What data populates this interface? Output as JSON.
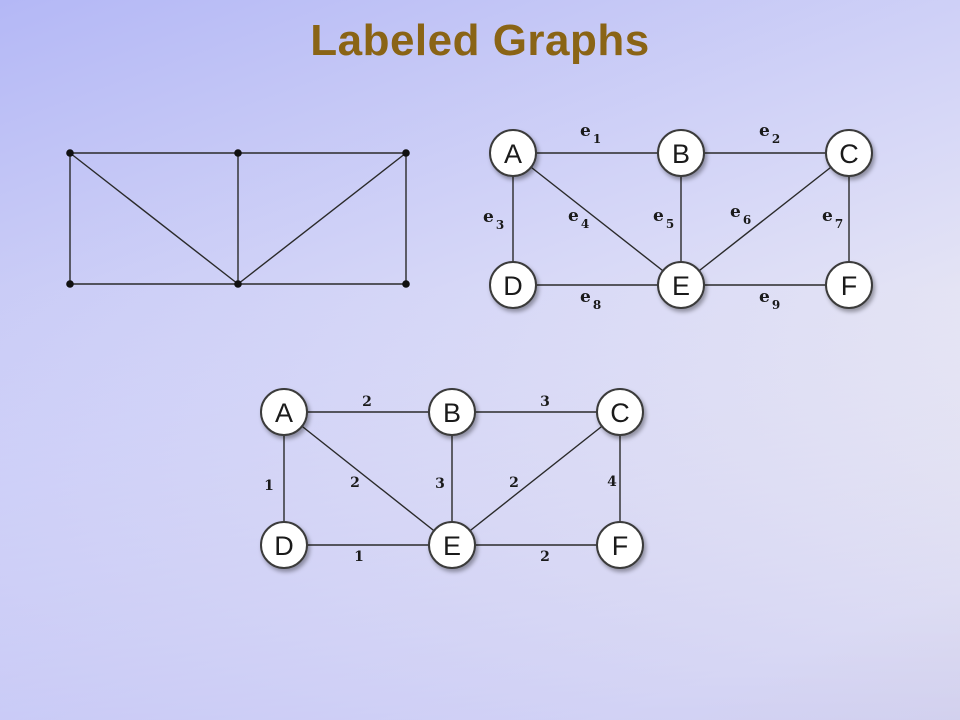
{
  "slide": {
    "title": "Labeled Graphs"
  },
  "colors": {
    "title": "#8a6415",
    "edge": "#2a2a2a",
    "node_fill": "#ffffff",
    "node_stroke": "#3a3a3a"
  },
  "unlabeled_graph": {
    "vertices": [
      "tl",
      "tm",
      "tr",
      "bl",
      "bm",
      "br"
    ],
    "edges": [
      [
        "tl",
        "tm"
      ],
      [
        "tm",
        "tr"
      ],
      [
        "bl",
        "bm"
      ],
      [
        "bm",
        "br"
      ],
      [
        "tl",
        "bl"
      ],
      [
        "tm",
        "bm"
      ],
      [
        "tr",
        "br"
      ],
      [
        "tl",
        "bm"
      ],
      [
        "tr",
        "bm"
      ]
    ]
  },
  "edge_labeled_graph": {
    "nodes": [
      "A",
      "B",
      "C",
      "D",
      "E",
      "F"
    ],
    "edges": [
      {
        "from": "A",
        "to": "B",
        "label": "e",
        "sub": "1"
      },
      {
        "from": "B",
        "to": "C",
        "label": "e",
        "sub": "2"
      },
      {
        "from": "A",
        "to": "D",
        "label": "e",
        "sub": "3"
      },
      {
        "from": "A",
        "to": "E",
        "label": "e",
        "sub": "4"
      },
      {
        "from": "B",
        "to": "E",
        "label": "e",
        "sub": "5"
      },
      {
        "from": "E",
        "to": "C",
        "label": "e",
        "sub": "6"
      },
      {
        "from": "C",
        "to": "F",
        "label": "e",
        "sub": "7"
      },
      {
        "from": "D",
        "to": "E",
        "label": "e",
        "sub": "8"
      },
      {
        "from": "E",
        "to": "F",
        "label": "e",
        "sub": "9"
      }
    ]
  },
  "weighted_graph": {
    "nodes": [
      "A",
      "B",
      "C",
      "D",
      "E",
      "F"
    ],
    "edges": [
      {
        "from": "A",
        "to": "B",
        "weight": "2"
      },
      {
        "from": "B",
        "to": "C",
        "weight": "3"
      },
      {
        "from": "A",
        "to": "D",
        "weight": "1"
      },
      {
        "from": "A",
        "to": "E",
        "weight": "2"
      },
      {
        "from": "B",
        "to": "E",
        "weight": "3"
      },
      {
        "from": "E",
        "to": "C",
        "weight": "2"
      },
      {
        "from": "C",
        "to": "F",
        "weight": "4"
      },
      {
        "from": "D",
        "to": "E",
        "weight": "1"
      },
      {
        "from": "E",
        "to": "F",
        "weight": "2"
      }
    ]
  }
}
